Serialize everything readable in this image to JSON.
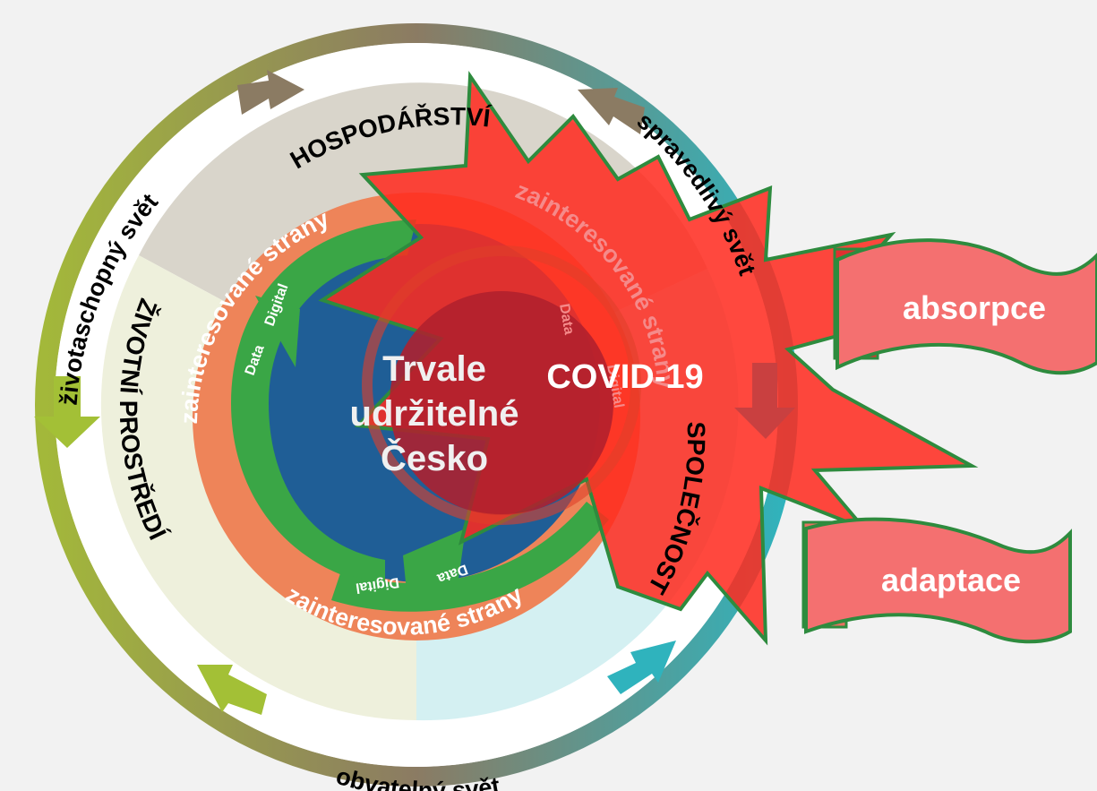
{
  "center": {
    "line1": "Trvale",
    "line2": "udržitelné",
    "line3": "Česko"
  },
  "covid": "COVID-19",
  "outer_ring": {
    "top_left": "životaschopný svět",
    "top_right": "spravedlivý svět",
    "bottom": "obvatelný svět"
  },
  "sectors": {
    "economy": "HOSPODÁŘSTVÍ",
    "society": "SPOLEČNOST",
    "environment": "ŽIVOTNÍ PROSTŘEDÍ"
  },
  "stakeholders": {
    "top": "zainteresované strany",
    "bottom": "zainteresované strany",
    "right": "zainteresované strany"
  },
  "arrow_labels": {
    "left_data": "Data",
    "left_digital": "Digital",
    "bottom_data": "Data",
    "bottom_digital": "Digital",
    "right_data": "Data",
    "right_digital": "Digital"
  },
  "banners": {
    "top": "absorpce",
    "bottom": "adaptace"
  },
  "colors": {
    "background": "#f2f2f2",
    "ring_gradient_left": "#a3b83a",
    "ring_gradient_mid": "#8b7b63",
    "ring_gradient_right": "#2fb3bd",
    "economy_sector": "#d9d5cb",
    "environment_sector": "#eef0dc",
    "society_sector": "#d4f0f2",
    "stakeholder_ring": "#ee8459",
    "core": "#1f5e96",
    "green_arrows": "#3aa646",
    "covid_star": "#ff2a1e",
    "covid_core": "#b0202e",
    "banner": "#f47070",
    "banner_border": "#2e8b3e",
    "brown_arrow": "#8b7b63",
    "olive_arrow": "#a3c036",
    "teal_arrow": "#2fb3bd"
  }
}
